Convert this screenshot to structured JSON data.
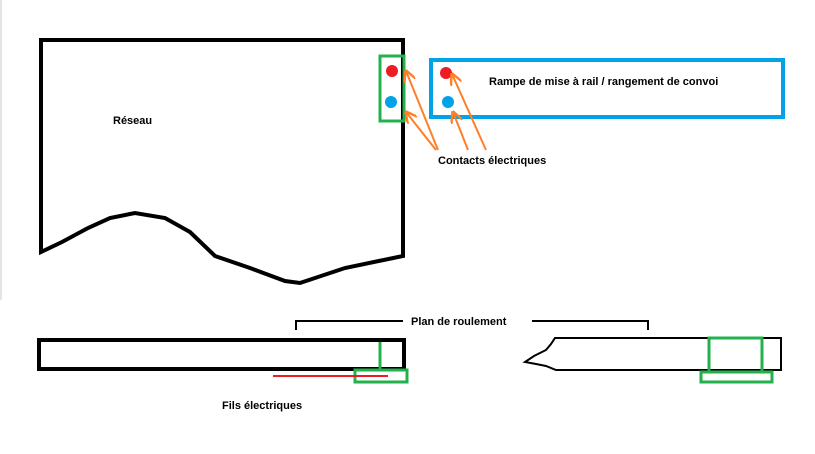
{
  "labels": {
    "reseau": "Réseau",
    "rampe": "Rampe de mise à rail / rangement de convoi",
    "contacts": "Contacts électriques",
    "plan_roulement": "Plan de roulement",
    "fils": "Fils électriques"
  },
  "colors": {
    "outline": "#000000",
    "contact_positive": "#ed1c24",
    "contact_negative": "#00a2e8",
    "connector_box": "#22b14c",
    "ramp_frame": "#00a2e8",
    "arrow": "#ff7f27",
    "wire": "#ed1c24"
  },
  "icons": {
    "contact_dot": "filled-circle",
    "pointer": "arrow"
  }
}
